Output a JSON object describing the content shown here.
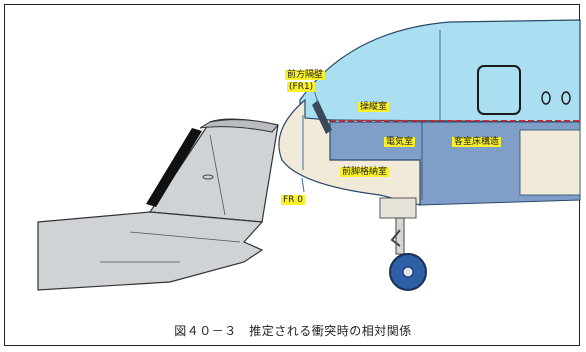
{
  "labels": {
    "forward_bulkhead": "前方隔壁",
    "forward_bulkhead_frame": "(FR1)",
    "cockpit": "操縦室",
    "electrical_room": "電気室",
    "cabin_floor_structure": "客室床構造",
    "nose_gear_bay": "前脚格納室",
    "frame_zero": "FR 0"
  },
  "caption": "図４０－３　推定される衝突時の相対関係",
  "colors": {
    "fuselage_upper": "#a9dff0",
    "fuselage_lower": "#7f9fc9",
    "nose_cone": "#f1ead8",
    "tail": "#cfd3d6",
    "floor_line": "#d6262b",
    "highlight": "#f7f02a",
    "de_icing_boot": "#111111"
  }
}
